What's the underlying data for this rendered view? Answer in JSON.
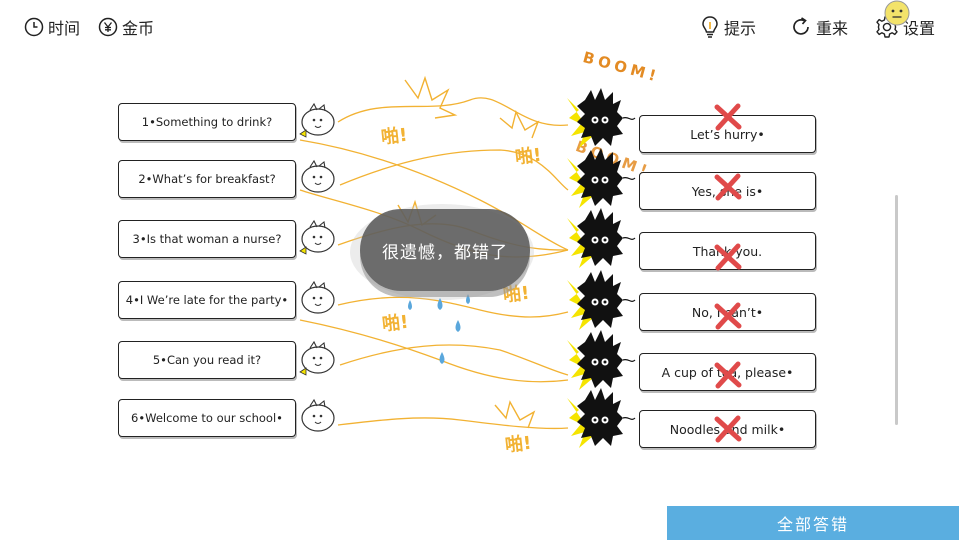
{
  "header": {
    "time_label": "时间",
    "coins_label": "金币",
    "hint_label": "提示",
    "restart_label": "重来",
    "settings_label": "设置"
  },
  "questions": [
    {
      "text": "1•Something to drink?"
    },
    {
      "text": "2•What’s for breakfast?"
    },
    {
      "text": "3•Is that woman a nurse?"
    },
    {
      "text": "4•I We’re late for the party•"
    },
    {
      "text": "5•Can you read it?"
    },
    {
      "text": "6•Welcome to our school•"
    }
  ],
  "answers": [
    {
      "text": "Let’s hurry•"
    },
    {
      "text": "Yes, she is•"
    },
    {
      "text": "Thank you."
    },
    {
      "text": "No, I can’t•"
    },
    {
      "text": "A cup of tea, please•"
    },
    {
      "text": "Noodles and milk•"
    }
  ],
  "effects": {
    "pa_text": "啪!",
    "boom_text": "BOOM!"
  },
  "message": "很遗憾，都错了",
  "submit_label": "全部答错",
  "slider": {
    "level": 0.95
  },
  "colors": {
    "accent_yellow": "#f5e400",
    "line_orange": "#f2b233",
    "submit_blue": "#5aaee0",
    "wrong_red": "#e04a4a",
    "drop_blue": "#5aa7dc"
  }
}
